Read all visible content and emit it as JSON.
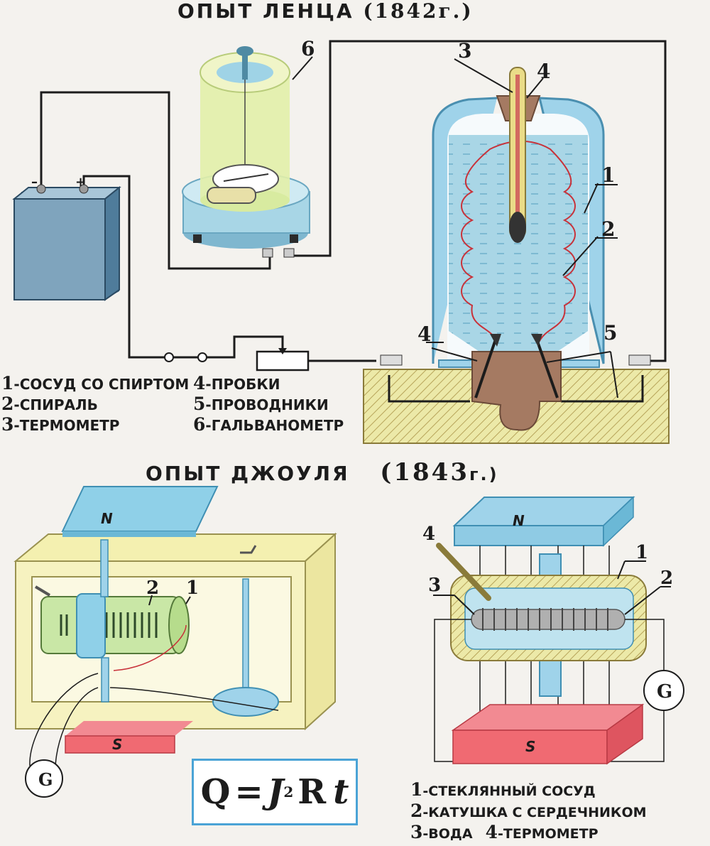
{
  "lenz": {
    "title": "ОПЫТ ЛЕНЦА",
    "year": "(1842г.)",
    "callouts": [
      "1",
      "2",
      "3",
      "4",
      "4",
      "5",
      "6"
    ],
    "polarity": {
      "minus": "–",
      "plus": "+"
    },
    "legend_left": [
      {
        "n": "1",
        "text": "-СОСУД СО СПИРТОМ"
      },
      {
        "n": "2",
        "text": "-СПИРАЛЬ"
      },
      {
        "n": "3",
        "text": "-ТЕРМОМЕТР"
      }
    ],
    "legend_right": [
      {
        "n": "4",
        "text": "-ПРОБКИ"
      },
      {
        "n": "5",
        "text": "-ПРОВОДНИКИ"
      },
      {
        "n": "6",
        "text": "-ГАЛЬВАНОМЕТР"
      }
    ]
  },
  "joule": {
    "title": "ОПЫТ ДЖОУЛЯ",
    "year_num": "(1843",
    "year_suffix": "г.)",
    "left": {
      "north": "N",
      "south": "S",
      "galvanometer": "G",
      "callouts": [
        "2",
        "1"
      ]
    },
    "right": {
      "north": "N",
      "south": "S",
      "galvanometer": "G",
      "callouts": [
        "4",
        "1",
        "3",
        "2"
      ]
    },
    "formula": {
      "q": "Q",
      "eq": "=",
      "i": "J",
      "pow": "2",
      "r": "R",
      "t": "t"
    },
    "legend": [
      {
        "n": "1",
        "text": "-СТЕКЛЯННЫЙ СОСУД"
      },
      {
        "n": "2",
        "text": "-КАТУШКА С СЕРДЕЧНИКОМ"
      },
      {
        "n": "3",
        "text": "-ВОДА",
        "n2": "4",
        "text2": "-ТЕРМОМЕТР"
      }
    ]
  },
  "colors": {
    "glass": "#bfe3ef",
    "liquid": "#a9d6e6",
    "wood": "#ece9a8",
    "spiral": "#c8323a",
    "north": "#8fd0e8",
    "south": "#f06a72",
    "cork": "#a57a62",
    "wire": "#1c1c1c",
    "cylinder": "#c9e7a6"
  }
}
